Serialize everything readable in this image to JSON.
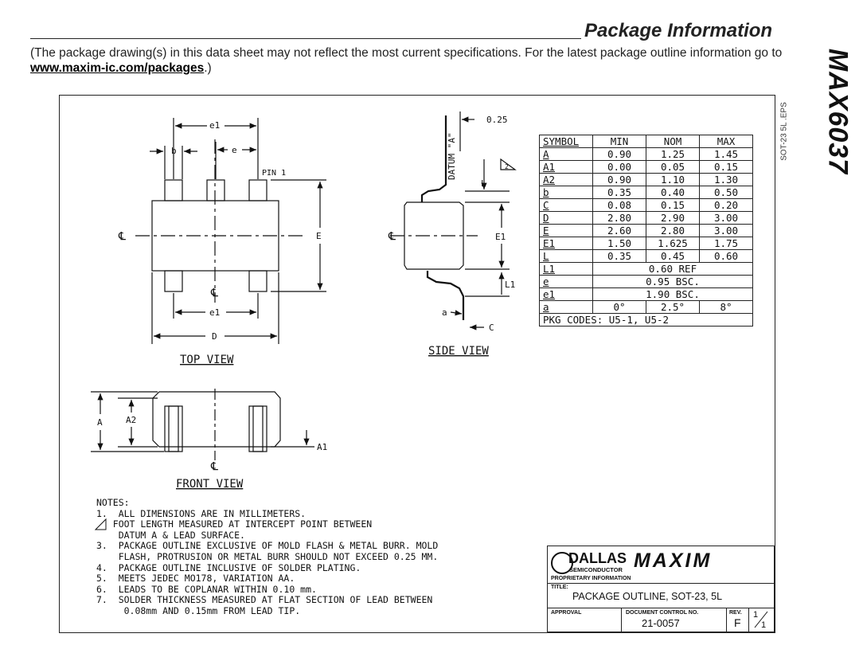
{
  "header": {
    "title": "Package Information",
    "part": "MAX6037"
  },
  "intro": {
    "text1": "(The package drawing(s) in this data sheet may not reflect the most current specifications. For the latest package outline information go to ",
    "link": "www.maxim-ic.com/packages",
    "text2": ".)"
  },
  "eps_label": "SOT-23 5L .EPS",
  "drawing": {
    "top_view": "TOP VIEW",
    "side_view": "SIDE VIEW",
    "front_view": "FRONT VIEW",
    "pin1": "PIN 1",
    "datum": "DATUM \"A\"",
    "cl": "℄",
    "flag": "2",
    "lbl": {
      "e1": "e1",
      "e": "e",
      "b": "b",
      "E": "E",
      "D": "D",
      "E1": "E1",
      "L": "L",
      "L1": "L1",
      "a": "a",
      "C": "C",
      "dim025": "0.25",
      "A": "A",
      "A2": "A2",
      "A1": "A1"
    }
  },
  "table": {
    "headers": [
      "SYMBOL",
      "MIN",
      "NOM",
      "MAX"
    ],
    "rows": [
      [
        "A",
        "0.90",
        "1.25",
        "1.45"
      ],
      [
        "A1",
        "0.00",
        "0.05",
        "0.15"
      ],
      [
        "A2",
        "0.90",
        "1.10",
        "1.30"
      ],
      [
        "b",
        "0.35",
        "0.40",
        "0.50"
      ],
      [
        "C",
        "0.08",
        "0.15",
        "0.20"
      ],
      [
        "D",
        "2.80",
        "2.90",
        "3.00"
      ],
      [
        "E",
        "2.60",
        "2.80",
        "3.00"
      ],
      [
        "E1",
        "1.50",
        "1.625",
        "1.75"
      ],
      [
        "L",
        "0.35",
        "0.45",
        "0.60"
      ]
    ],
    "span_rows": [
      [
        "L1",
        "0.60 REF"
      ],
      [
        "e",
        "0.95 BSC."
      ],
      [
        "e1",
        "1.90 BSC."
      ]
    ],
    "angle_row": [
      "a",
      "0°",
      "2.5°",
      "8°"
    ],
    "pkg": "PKG CODES: U5-1, U5-2"
  },
  "notes": {
    "title": "NOTES:",
    "n1": "1.  ALL DIMENSIONS ARE IN MILLIMETERS.",
    "n2": "   FOOT LENGTH MEASURED AT INTERCEPT POINT BETWEEN",
    "n2b": "    DATUM A & LEAD SURFACE.",
    "n3": "3.  PACKAGE OUTLINE EXCLUSIVE OF MOLD FLASH & METAL BURR. MOLD",
    "n3b": "    FLASH, PROTRUSION OR METAL BURR SHOULD NOT EXCEED 0.25 MM.",
    "n4": "4.  PACKAGE OUTLINE INCLUSIVE OF SOLDER PLATING.",
    "n5": "5.  MEETS JEDEC MO178, VARIATION AA.",
    "n6": "6.  LEADS TO BE COPLANAR WITHIN 0.10 mm.",
    "n7": "7.  SOLDER THICKNESS MEASURED AT FLAT SECTION OF LEAD BETWEEN",
    "n7b": "     0.08mm AND 0.15mm FROM LEAD TIP."
  },
  "title_block": {
    "dallas": "DALLAS",
    "semi": "SEMICONDUCTOR",
    "maxim": "MAXIM",
    "proprietary": "PROPRIETARY INFORMATION",
    "title_label": "TITLE:",
    "title": "PACKAGE OUTLINE, SOT-23, 5L",
    "approval": "APPROVAL",
    "doc_label": "DOCUMENT CONTROL NO.",
    "doc_no": "21-0057",
    "rev_label": "REV.",
    "rev": "F",
    "sheet_num": "1",
    "sheet_den": "1"
  }
}
